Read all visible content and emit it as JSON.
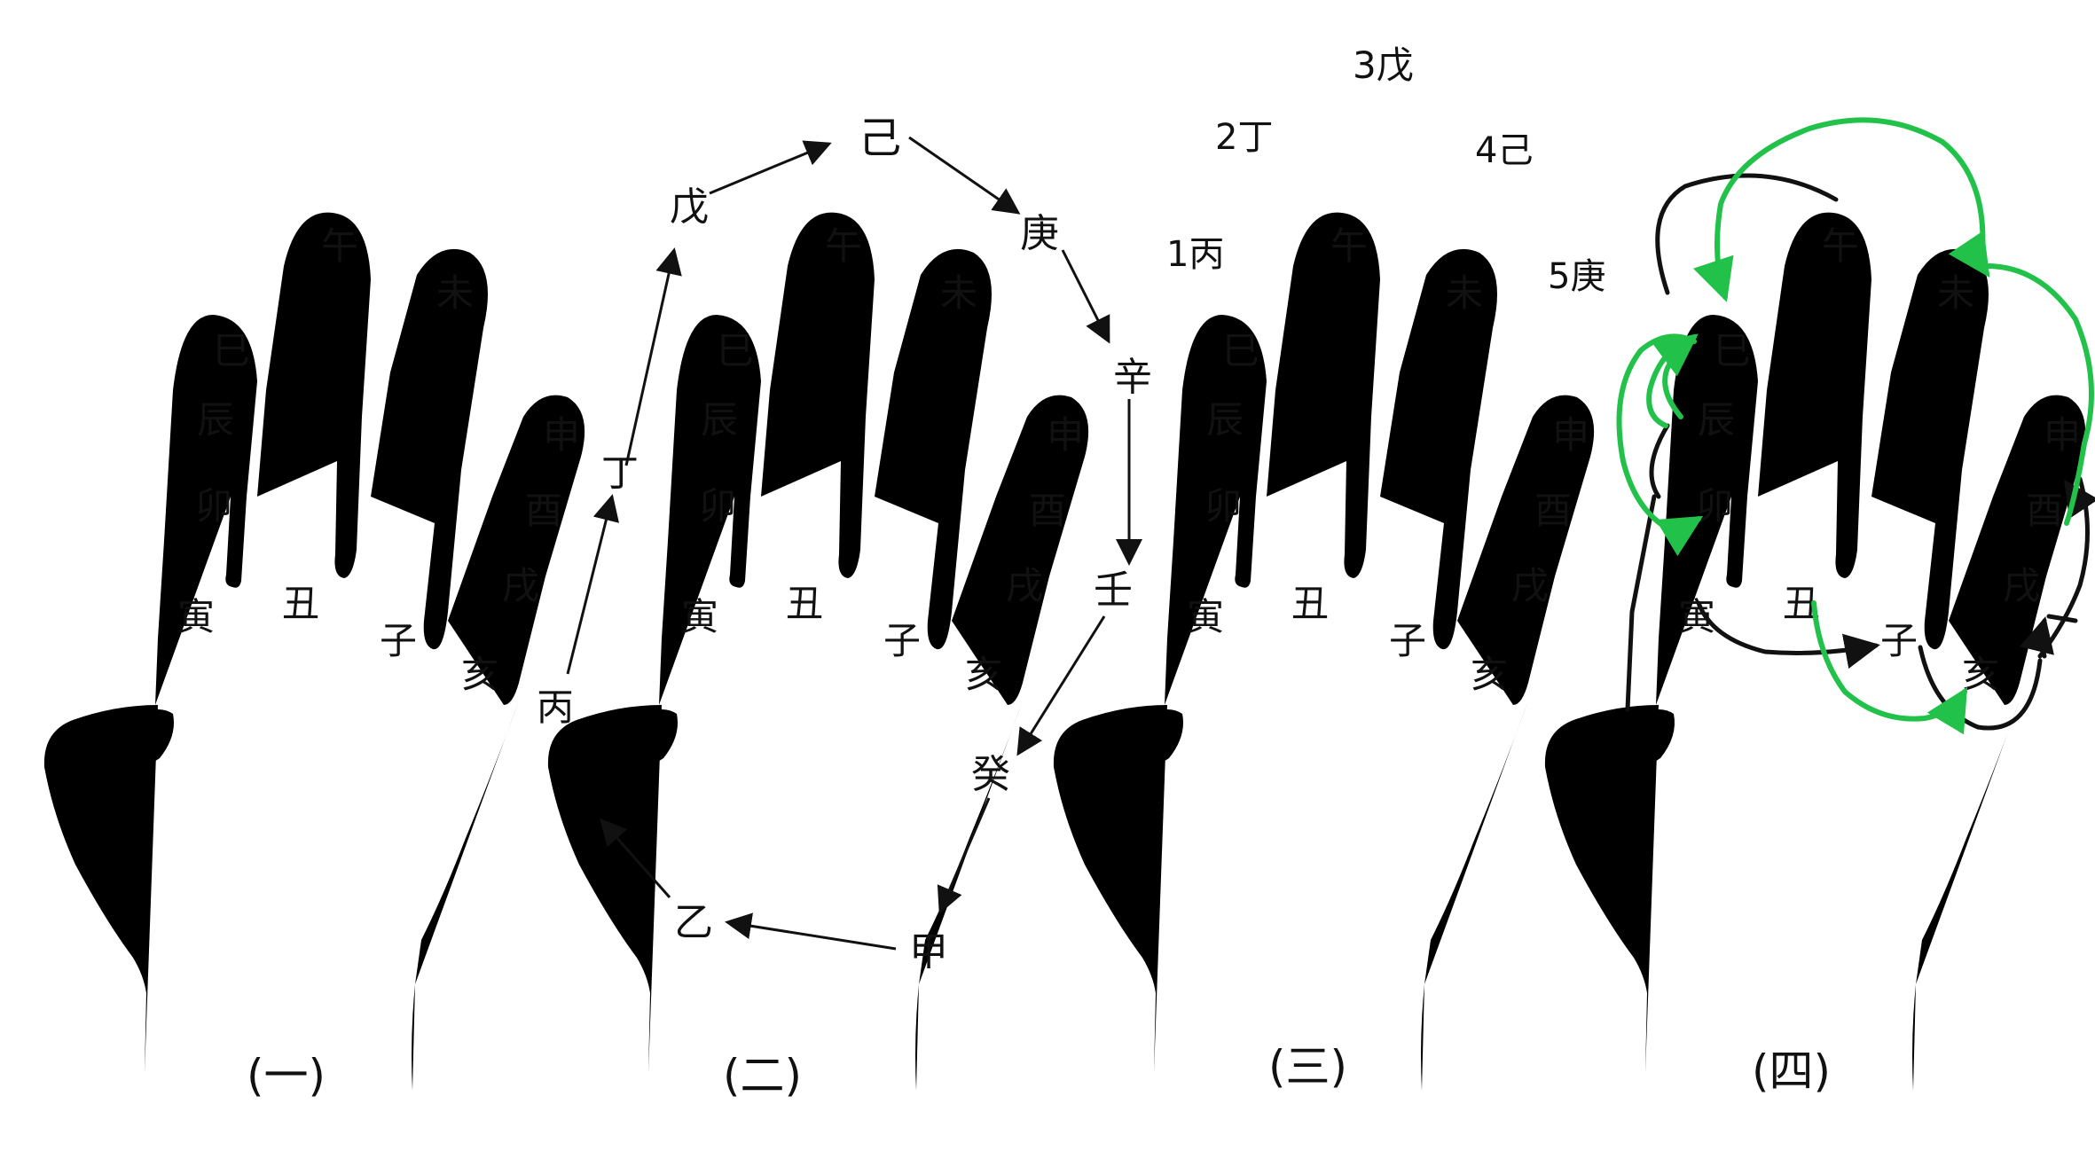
{
  "branches": {
    "zi": "子",
    "chou": "丑",
    "yin": "寅",
    "mao": "卯",
    "chen": "辰",
    "si": "巳",
    "wu": "午",
    "wei": "未",
    "shen": "申",
    "you": "酉",
    "xu": "戌",
    "hai": "亥"
  },
  "stems": {
    "jia": "甲",
    "yi": "乙",
    "bing": "丙",
    "ding": "丁",
    "wu": "戊",
    "ji": "己",
    "geng": "庚",
    "xin": "辛",
    "ren": "壬",
    "gui": "癸"
  },
  "numbered_stems": [
    "1丙",
    "2丁",
    "3戊",
    "4己",
    "5庚"
  ],
  "panel_labels": [
    "(一)",
    "(二)",
    "(三)",
    "(四)"
  ],
  "colors": {
    "ink": "#111111",
    "green_path": "#22c24a"
  }
}
